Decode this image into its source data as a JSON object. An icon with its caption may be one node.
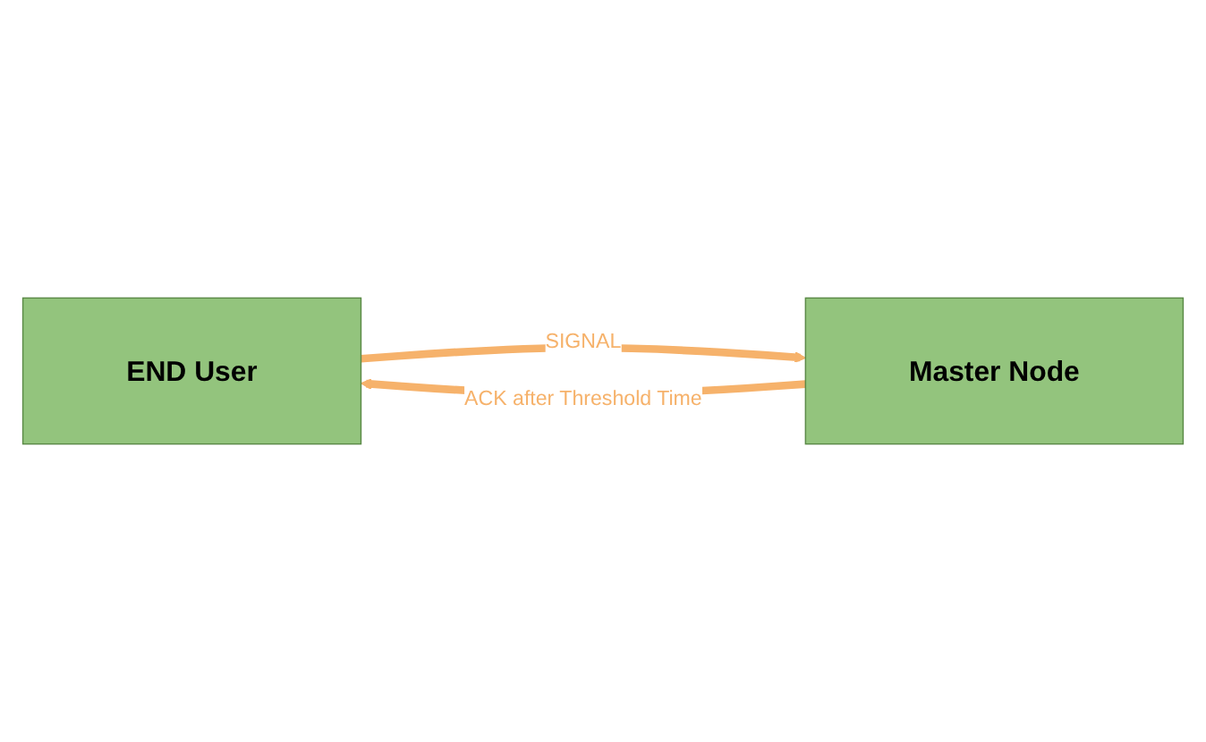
{
  "diagram": {
    "nodes": [
      {
        "text": [
          "END User"
        ]
      },
      {
        "text": [
          "Master Node"
        ]
      }
    ],
    "edges": [
      {
        "from": 0,
        "to": 1,
        "arrow": "to",
        "label": "SIGNAL"
      },
      {
        "from": 1,
        "to": 0,
        "arrow": "to",
        "label": "ACK after Threshold Time"
      }
    ]
  }
}
